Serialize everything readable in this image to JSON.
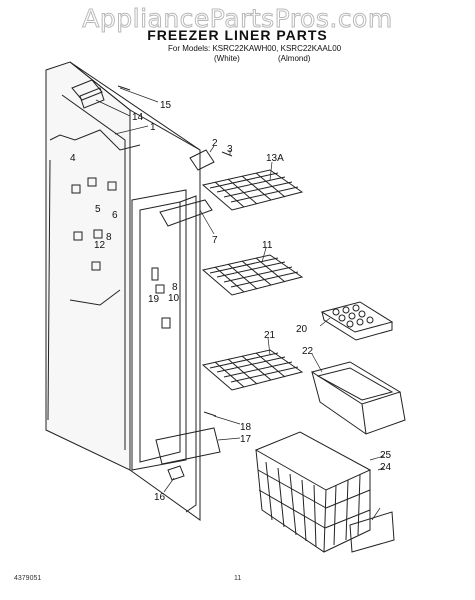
{
  "watermark": "AppliancePartsPros.com",
  "title": "FREEZER LINER PARTS",
  "models_line": "For Models: KSRC22KAWH00, KSRC22KAAL00",
  "color_white": "(White)",
  "color_almond": "(Almond)",
  "doc_number": "4379051",
  "page_number": "11",
  "callouts": {
    "c1": "1",
    "c2": "2",
    "c3": "3",
    "c4": "4",
    "c5": "5",
    "c6": "6",
    "c7": "7",
    "c8a": "8",
    "c8b": "8",
    "c10": "10",
    "c11": "11",
    "c12": "12",
    "c13": "13A",
    "c14": "14",
    "c15": "15",
    "c16": "16",
    "c17": "17",
    "c18": "18",
    "c19": "19",
    "c20": "20",
    "c21": "21",
    "c22": "22",
    "c24": "24",
    "c25": "25"
  }
}
